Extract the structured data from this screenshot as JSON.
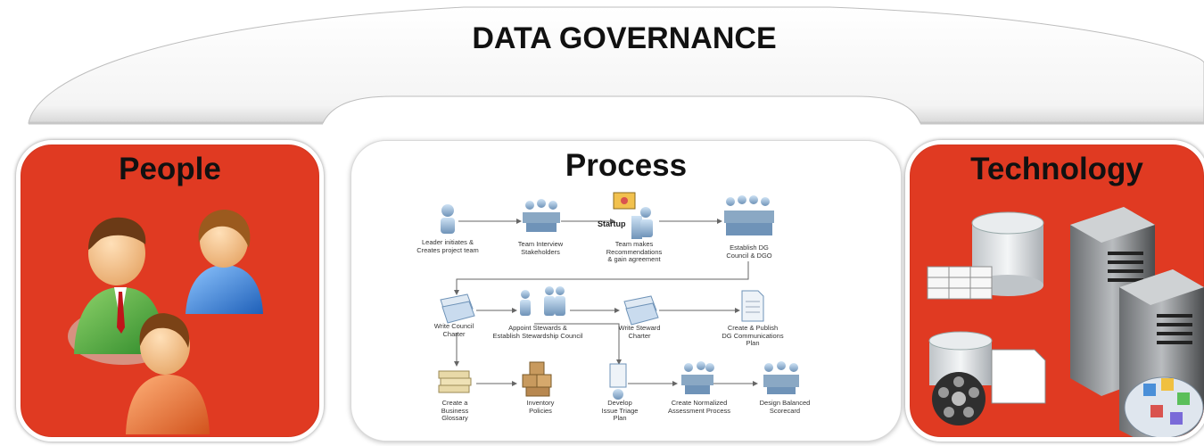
{
  "title": "DATA GOVERNANCE",
  "panels": {
    "people": {
      "title": "People"
    },
    "process": {
      "title": "Process",
      "startup_label": "Startup",
      "steps": [
        "Leader initiates &\nCreates project team",
        "Team Interview\nStakeholders",
        "Team makes\nRecommendations\n& gain agreement",
        "Establish DG\nCouncil & DGO",
        "Write Council\nCharter",
        "Appoint Stewards &\nEstablish Stewardship Council",
        "Write Steward\nCharter",
        "Create & Publish\nDG Communications\nPlan",
        "Create a\nBusiness\nGlossary",
        "Inventory\nPolicies",
        "Develop\nIssue Triage\nPlan",
        "Create Normalized\nAssessment Process",
        "Design Balanced\nScorecard"
      ]
    },
    "technology": {
      "title": "Technology"
    }
  },
  "colors": {
    "panel_red": "#e03a22",
    "panel_white": "#ffffff",
    "title_text": "#111111"
  }
}
